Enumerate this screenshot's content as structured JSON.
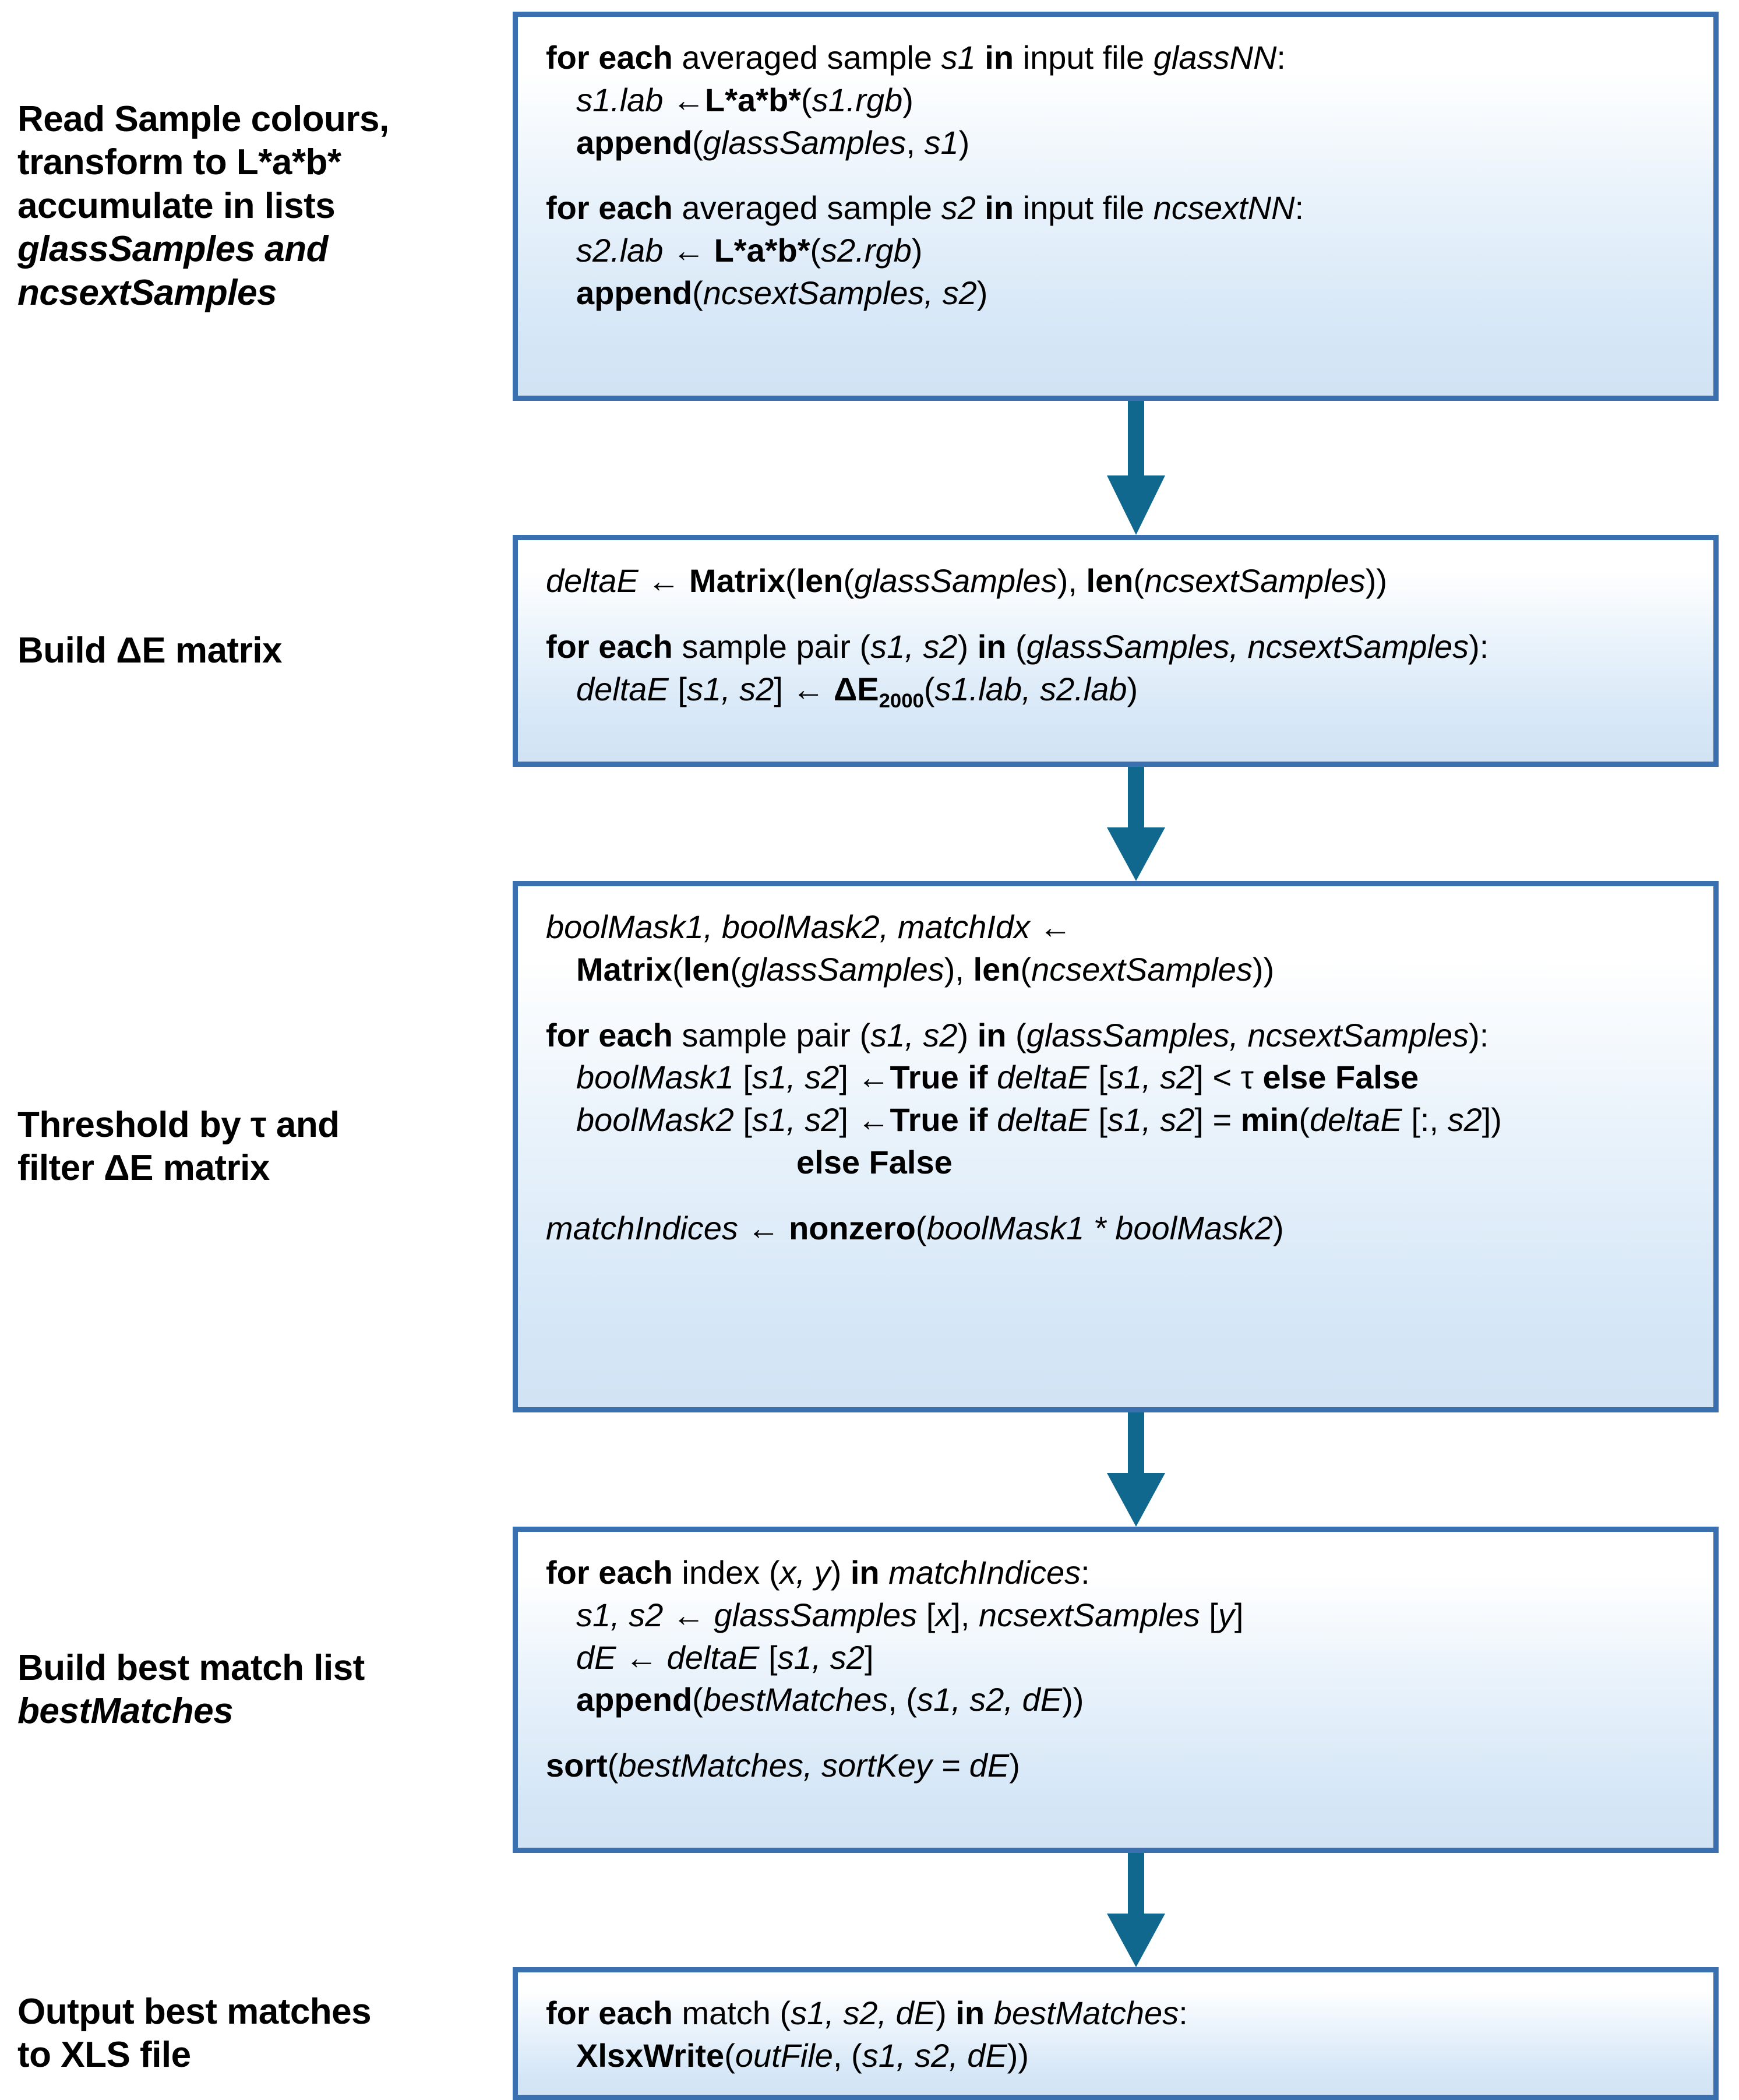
{
  "diagram": {
    "title": "Colour matching algorithm flowchart",
    "border_color": "#3a6fb0",
    "arrow_color": "#11688f",
    "box_fill_top": "#ffffff",
    "box_fill_bottom": "#d1e3f4"
  },
  "stages": [
    {
      "label_lines": [
        "Read Sample colours,",
        "transform to L*a*b*",
        "accumulate in lists",
        "glassSamples and",
        "ncsextSamples"
      ],
      "label_plain": "Read Sample colours, transform to L*a*b* accumulate in lists glassSamples and ncsextSamples",
      "code": [
        "for each averaged sample s1 in input file glassNN:",
        "s1.lab ←L*a*b*(s1.rgb)",
        "append(glassSamples, s1)",
        "",
        "for each averaged sample s2 in input file ncsextNN:",
        "s2.lab ← L*a*b*(s2.rgb)",
        "append(ncsextSamples, s2)"
      ]
    },
    {
      "label_lines": [
        "Build ΔE matrix"
      ],
      "label_plain": "Build ΔE matrix",
      "code": [
        "deltaE ← Matrix(len(glassSamples), len(ncsextSamples))",
        "",
        "for each sample pair (s1, s2) in (glassSamples, ncsextSamples):",
        "deltaE [s1, s2] ← ΔE2000(s1.lab, s2.lab)"
      ]
    },
    {
      "label_lines": [
        "Threshold by τ and",
        "filter ΔE matrix"
      ],
      "label_plain": "Threshold by τ and filter ΔE matrix",
      "code": [
        "boolMask1, boolMask2, matchIdx ←",
        "Matrix(len(glassSamples), len(ncsextSamples))",
        "",
        "for each sample pair (s1, s2) in (glassSamples, ncsextSamples):",
        "boolMask1 [s1, s2] ←True if deltaE [s1, s2] < τ else False",
        "boolMask2 [s1, s2] ←True if deltaE [s1, s2] = min(deltaE [:, s2])",
        "else False",
        "",
        "matchIndices ← nonzero(boolMask1 * boolMask2)"
      ]
    },
    {
      "label_lines": [
        "Build best match list",
        "bestMatches"
      ],
      "label_plain": "Build best match list bestMatches",
      "code": [
        "for each index (x, y) in matchIndices:",
        "s1, s2 ← glassSamples [x], ncsextSamples [y]",
        "dE ← deltaE [s1, s2]",
        "append(bestMatches, (s1, s2, dE))",
        "",
        "sort(bestMatches, sortKey = dE)"
      ]
    },
    {
      "label_lines": [
        "Output best matches",
        "to XLS file"
      ],
      "label_plain": "Output best matches to XLS file",
      "code": [
        "for each match (s1, s2, dE) in bestMatches:",
        "XlsxWrite(outFile, (s1, s2, dE))"
      ]
    }
  ],
  "connectors": [
    {
      "from": "stage-1",
      "to": "stage-2",
      "glyph": "down-arrow"
    },
    {
      "from": "stage-2",
      "to": "stage-3",
      "glyph": "down-arrow"
    },
    {
      "from": "stage-3",
      "to": "stage-4",
      "glyph": "down-arrow"
    },
    {
      "from": "stage-4",
      "to": "stage-5",
      "glyph": "down-arrow"
    }
  ]
}
